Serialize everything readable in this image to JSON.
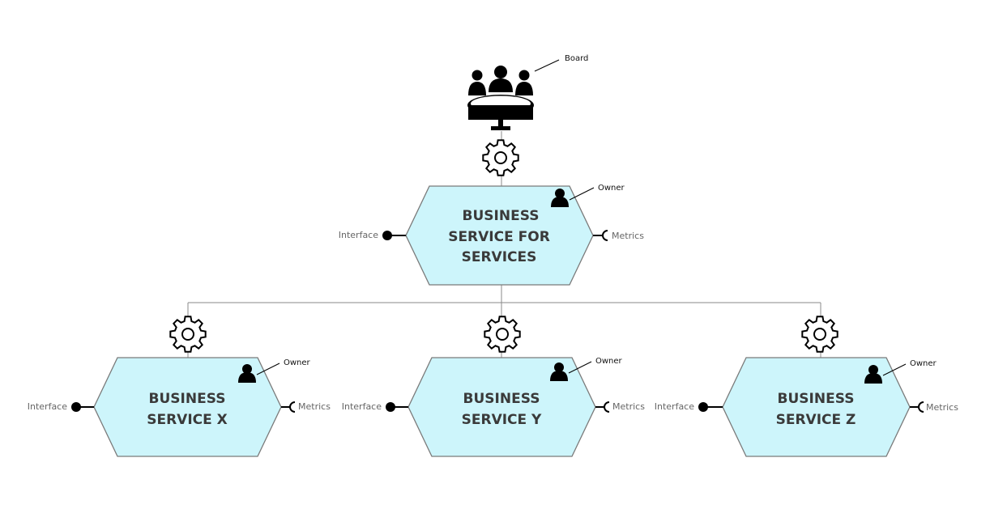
{
  "board": {
    "label": "Board",
    "icon": "board-meeting-icon"
  },
  "connector_icon": "gear-icon",
  "colors": {
    "hex_fill": "#cdf5fb",
    "hex_stroke": "#7a7a7a",
    "line": "#8a8a8a",
    "icon": "#000000"
  },
  "services": {
    "top": {
      "title": [
        "BUSINESS",
        "SERVICE FOR",
        "SERVICES"
      ],
      "owner": "Owner",
      "interface": "Interface",
      "metrics": "Metrics"
    },
    "x": {
      "title": [
        "BUSINESS",
        "SERVICE X"
      ],
      "owner": "Owner",
      "interface": "Interface",
      "metrics": "Metrics"
    },
    "y": {
      "title": [
        "BUSINESS",
        "SERVICE Y"
      ],
      "owner": "Owner",
      "interface": "Interface",
      "metrics": "Metrics"
    },
    "z": {
      "title": [
        "BUSINESS",
        "SERVICE Z"
      ],
      "owner": "Owner",
      "interface": "Interface",
      "metrics": "Metrics"
    }
  }
}
